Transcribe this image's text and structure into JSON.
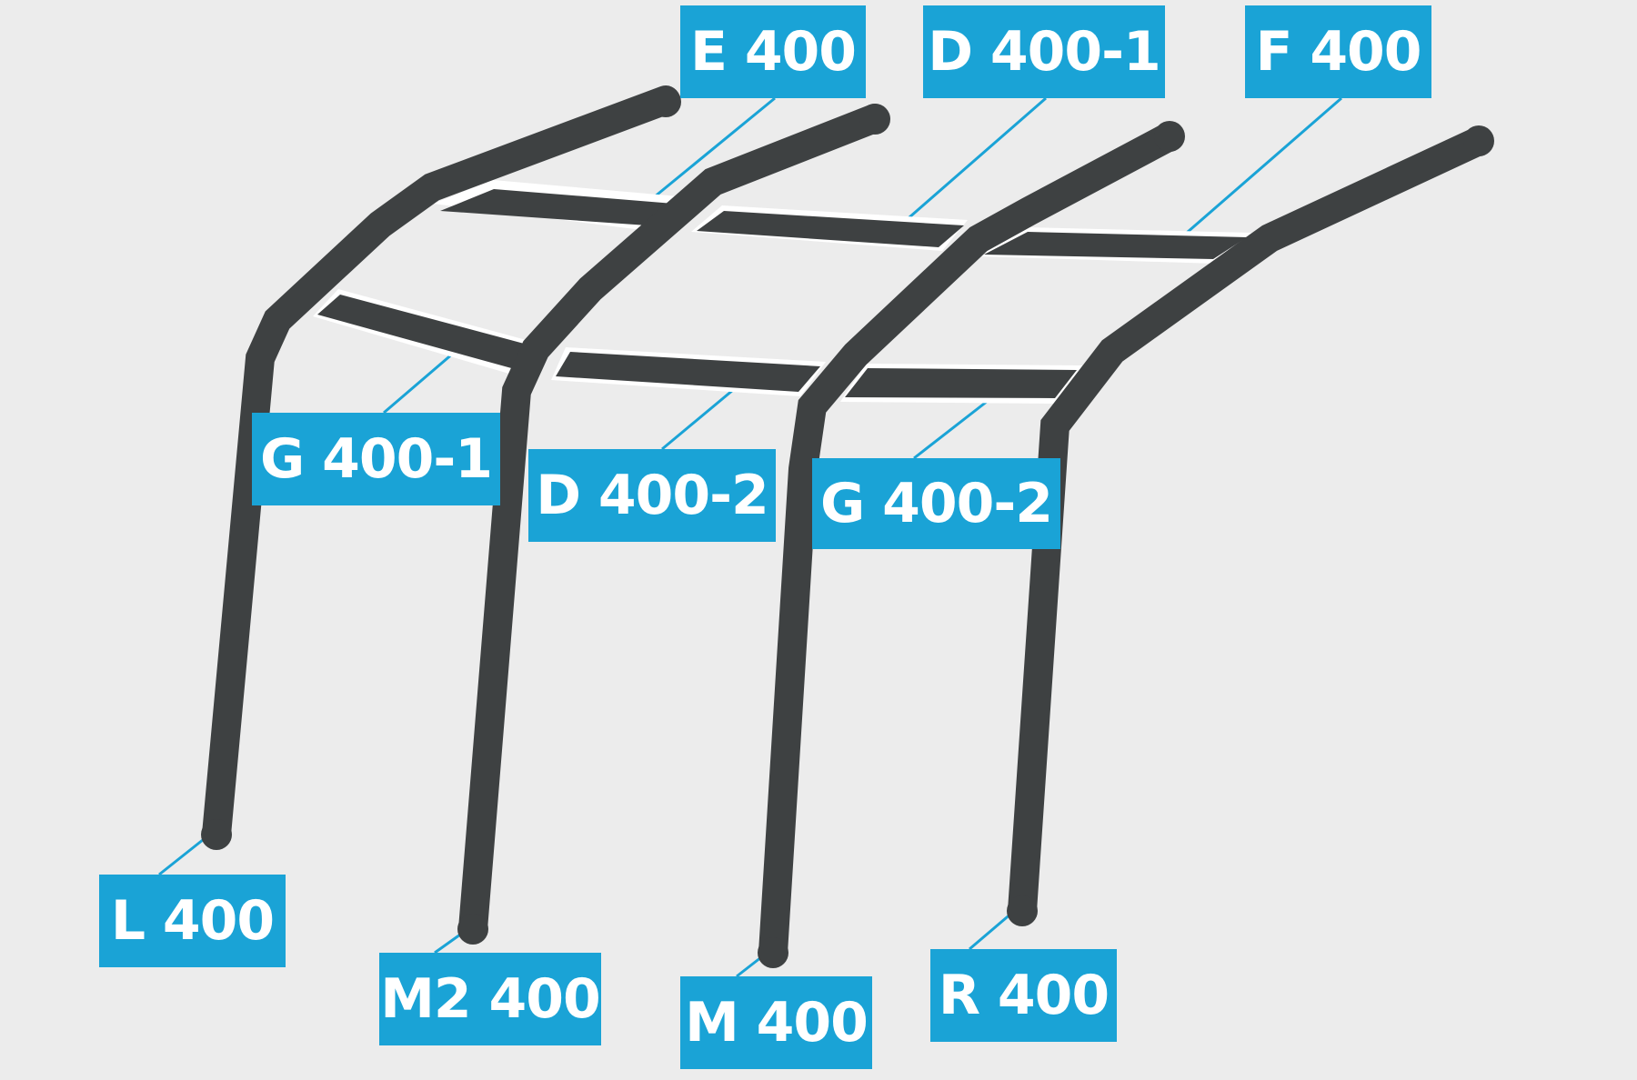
{
  "colors": {
    "background": "#ececec",
    "pole": "#3e4142",
    "label_fill": "#1aa3d6",
    "label_text": "#ffffff",
    "leader": "#1aa3d6"
  },
  "labels": {
    "e400": "E 400",
    "d400_1": "D 400-1",
    "f400": "F 400",
    "g400_1": "G 400-1",
    "d400_2": "D 400-2",
    "g400_2": "G 400-2",
    "l400": "L 400",
    "m2_400": "M2 400",
    "m400": "M 400",
    "r400": "R 400"
  }
}
